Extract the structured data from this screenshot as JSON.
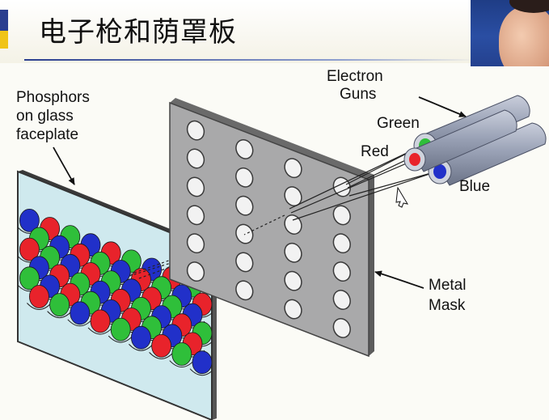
{
  "slide": {
    "title": "电子枪和荫罩板"
  },
  "diagram": {
    "labels": {
      "phosphors_line1": "Phosphors",
      "phosphors_line2": "on glass",
      "phosphors_line3": "faceplate",
      "guns_line1": "Electron",
      "guns_line2": "Guns",
      "green": "Green",
      "red": "Red",
      "blue": "Blue",
      "mask_line1": "Metal",
      "mask_line2": "Mask"
    },
    "colors": {
      "phosphor_red": "#e8232b",
      "phosphor_green": "#2fbf3a",
      "phosphor_blue": "#2130c9",
      "faceplate": "#cfe9ee",
      "mask": "#a9a9aa",
      "gun_body": "#8d95a8"
    },
    "phosphor_pattern": "repeating triads of red, green and blue dots",
    "mask_hole_count": 24
  }
}
